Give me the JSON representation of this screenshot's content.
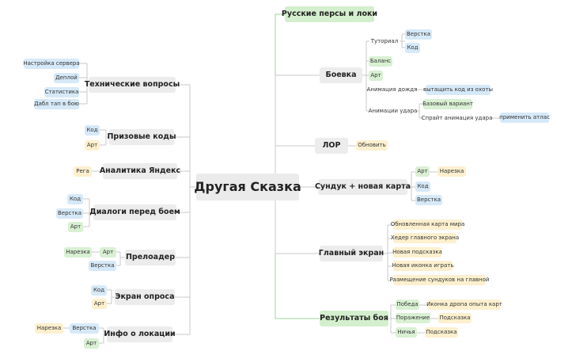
{
  "root": "Другая Сказка",
  "colors": {
    "blue": "#d6e9f8",
    "yellow": "#fdf0cf",
    "green": "#d9f0d3",
    "grey": "#ececec",
    "line_grey": "#c9c9c9",
    "line_green": "#9fd69a"
  },
  "left": {
    "tech": {
      "label": "Технические вопросы",
      "items": [
        "Настройка сервера",
        "Деплой",
        "Статистика",
        "Дабл тап в бою"
      ]
    },
    "promo": {
      "label": "Призовые коды",
      "items": [
        "Код",
        "Арт"
      ]
    },
    "yandex": {
      "label": "Аналитика Яндекс",
      "items": [
        "Рега"
      ]
    },
    "dialogs": {
      "label": "Диалоги перед боем",
      "items": [
        "Код",
        "Верстка",
        "Арт"
      ]
    },
    "preloader": {
      "label": "Прелоадер",
      "items": [
        "Арт",
        "Нарезка",
        "Верстка"
      ]
    },
    "survey": {
      "label": "Экран опроса",
      "items": [
        "Код",
        "Арт"
      ]
    },
    "location": {
      "label": "Инфо о локации",
      "items": [
        "Верстка",
        "Нарезка",
        "Арт"
      ]
    }
  },
  "right": {
    "russian": {
      "label": "Русские персы и локи"
    },
    "combat": {
      "label": "Боевка",
      "tutorial": {
        "label": "Туториал",
        "items": [
          "Верстка",
          "Код"
        ]
      },
      "balance": "Баланс",
      "art": "Арт",
      "rain": {
        "label": "Анимация дождя",
        "item": "вытащить код из охоты"
      },
      "strike": {
        "label": "Анимации удара",
        "base": "Базовый вариант",
        "sprite": "Спрайт анимация удара",
        "atlas": "применить атлас"
      }
    },
    "lore": {
      "label": "ЛОР",
      "item": "Обновить"
    },
    "chest": {
      "label": "Сундук + новая карта",
      "art": "Арт",
      "cut": "Нарезка",
      "code": "Код",
      "layout": "Верстка"
    },
    "mainscreen": {
      "label": "Главный экран",
      "items": [
        "Обновленная карта мира",
        "Хедер главного экрана",
        "Новая подсказка",
        "Новая иконка играть",
        "Размещение сундуков на главной"
      ]
    },
    "results": {
      "label": "Результаты боя",
      "win": {
        "label": "Победа",
        "item": "Иконка дропа опыта карт"
      },
      "lose": {
        "label": "Поражение",
        "item": "Подсказка"
      },
      "draw": {
        "label": "Ничья",
        "item": "Подсказка"
      }
    }
  }
}
